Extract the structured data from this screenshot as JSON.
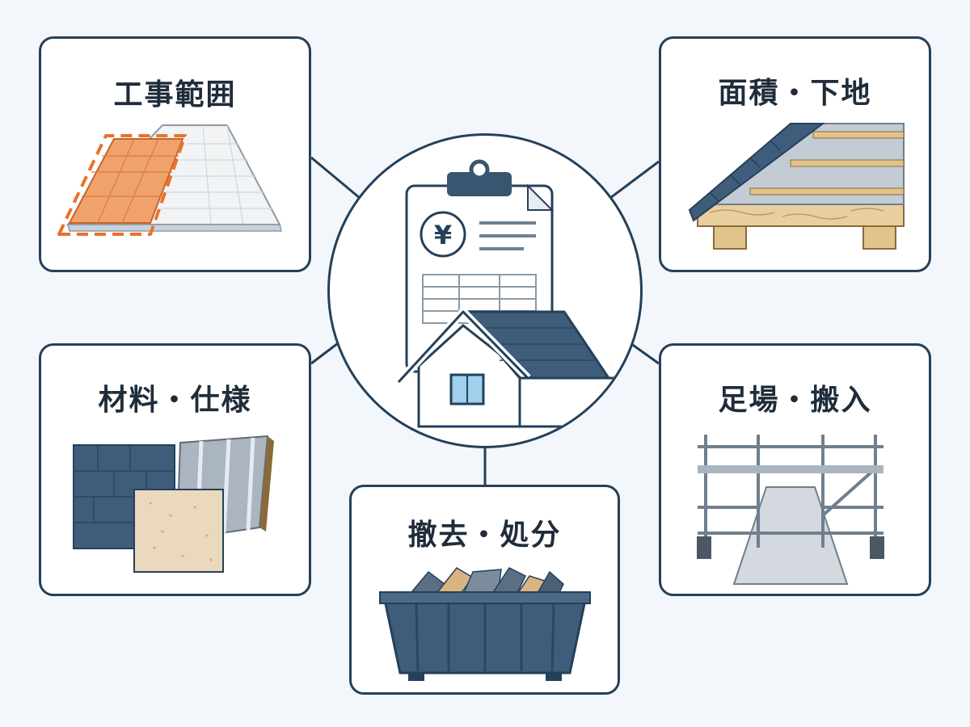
{
  "center": {
    "name": "見積書と住宅",
    "currency_symbol": "¥"
  },
  "cards": [
    {
      "id": "scope",
      "title": "工事範囲",
      "icon": "roof-area-icon"
    },
    {
      "id": "area",
      "title": "面積・下地",
      "icon": "roof-section-icon"
    },
    {
      "id": "material",
      "title": "材料・仕様",
      "icon": "roofing-samples-icon"
    },
    {
      "id": "scaffold",
      "title": "足場・搬入",
      "icon": "scaffolding-icon"
    },
    {
      "id": "disposal",
      "title": "撤去・処分",
      "icon": "debris-bin-icon"
    }
  ],
  "colors": {
    "border": "#24405a",
    "accent": "#e8732c",
    "roof": "#3f5d7a",
    "wood": "#e3c38c",
    "background": "#f3f6fa"
  }
}
